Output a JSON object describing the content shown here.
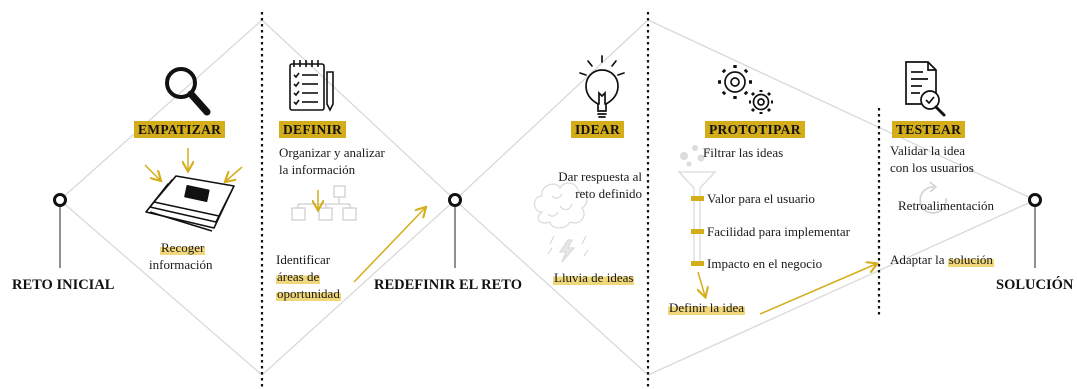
{
  "milestones": {
    "start": "RETO INICIAL",
    "middle": "REDEFINIR EL RETO",
    "end": "SOLUCIÓN"
  },
  "stages": {
    "empatizar": {
      "title": "EMPATIZAR",
      "icon": "magnifier-icon",
      "note_line1": "Recoger",
      "note_line2": "información"
    },
    "definir": {
      "title": "DEFINIR",
      "icon": "checklist-icon",
      "desc_line1": "Organizar y analizar",
      "desc_line2": "la información",
      "out_line1": "Identificar",
      "out_line2": "áreas de",
      "out_line3": "oportunidad"
    },
    "idear": {
      "title": "IDEAR",
      "icon": "lightbulb-icon",
      "desc_line1": "Dar respuesta al",
      "desc_line2": "reto definido",
      "out": "Lluvia de ideas"
    },
    "prototipar": {
      "title": "PROTOTIPAR",
      "icon": "gears-icon",
      "desc": "Filtrar las ideas",
      "criteria": [
        "Valor para el usuario",
        "Facilidad para implementar",
        "Impacto en el negocio"
      ],
      "out": "Definir la idea"
    },
    "testear": {
      "title": "TESTEAR",
      "icon": "document-check-icon",
      "desc_line1": "Validar la idea",
      "desc_line2": "con los usuarios",
      "feedback": "Retroalimentación",
      "adapt_prefix": "Adaptar la ",
      "adapt_highlight": "solución"
    }
  },
  "colors": {
    "accent": "#d4ad1a",
    "highlight": "#f0d77a",
    "line": "#d9d9d9",
    "divider": "#111111"
  }
}
